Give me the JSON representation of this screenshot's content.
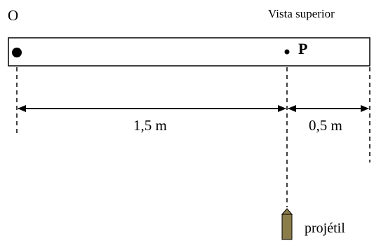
{
  "labels": {
    "origin": "O",
    "view": "Vista superior",
    "point": "P",
    "distance_op": "1,5 m",
    "distance_p_end": "0,5 m",
    "projectile": "projétil"
  },
  "colors": {
    "ink": "#000000",
    "projectile_fill": "#8B7D4A"
  }
}
